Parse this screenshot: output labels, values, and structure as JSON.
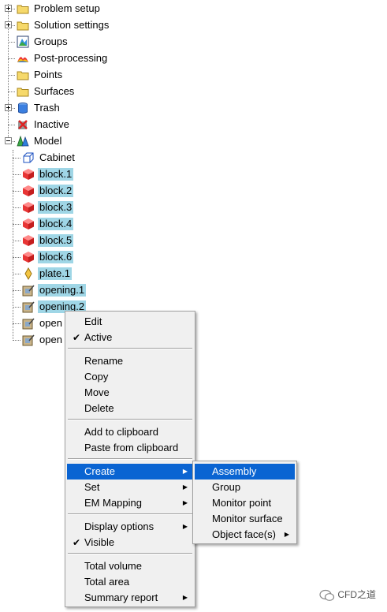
{
  "tree": {
    "items": [
      {
        "label": "Problem setup",
        "icon": "folder-icon",
        "selected": false
      },
      {
        "label": "Solution settings",
        "icon": "folder-icon",
        "selected": false
      },
      {
        "label": "Groups",
        "icon": "groups-icon",
        "selected": false
      },
      {
        "label": "Post-processing",
        "icon": "post-processing-icon",
        "selected": false
      },
      {
        "label": "Points",
        "icon": "folder-icon",
        "selected": false
      },
      {
        "label": "Surfaces",
        "icon": "folder-icon",
        "selected": false
      },
      {
        "label": "Trash",
        "icon": "trash-icon",
        "selected": false
      },
      {
        "label": "Inactive",
        "icon": "inactive-icon",
        "selected": false
      },
      {
        "label": "Model",
        "icon": "model-icon",
        "selected": false
      }
    ],
    "model_children": [
      {
        "label": "Cabinet",
        "icon": "cabinet-icon",
        "selected": false
      },
      {
        "label": "block.1",
        "icon": "block-icon",
        "selected": true
      },
      {
        "label": "block.2",
        "icon": "block-icon",
        "selected": true
      },
      {
        "label": "block.3",
        "icon": "block-icon",
        "selected": true
      },
      {
        "label": "block.4",
        "icon": "block-icon",
        "selected": true
      },
      {
        "label": "block.5",
        "icon": "block-icon",
        "selected": true
      },
      {
        "label": "block.6",
        "icon": "block-icon",
        "selected": true
      },
      {
        "label": "plate.1",
        "icon": "plate-icon",
        "selected": true
      },
      {
        "label": "opening.1",
        "icon": "opening-icon",
        "selected": true
      },
      {
        "label": "opening.2",
        "icon": "opening-icon",
        "selected": true
      },
      {
        "label": "open",
        "icon": "opening-icon",
        "selected": false
      },
      {
        "label": "open",
        "icon": "opening-icon",
        "selected": false
      }
    ]
  },
  "context_menu": {
    "items": [
      {
        "label": "Edit"
      },
      {
        "label": "Active",
        "checked": true
      },
      {
        "label": "Rename"
      },
      {
        "label": "Copy"
      },
      {
        "label": "Move"
      },
      {
        "label": "Delete"
      },
      {
        "label": "Add to clipboard"
      },
      {
        "label": "Paste from clipboard"
      },
      {
        "label": "Create",
        "submenu": true,
        "highlighted": true
      },
      {
        "label": "Set",
        "submenu": true
      },
      {
        "label": "EM Mapping",
        "submenu": true
      },
      {
        "label": "Display options",
        "submenu": true
      },
      {
        "label": "Visible",
        "checked": true
      },
      {
        "label": "Total volume"
      },
      {
        "label": "Total area"
      },
      {
        "label": "Summary report",
        "submenu": true
      }
    ]
  },
  "create_submenu": {
    "items": [
      {
        "label": "Assembly",
        "highlighted": true
      },
      {
        "label": "Group"
      },
      {
        "label": "Monitor point"
      },
      {
        "label": "Monitor surface"
      },
      {
        "label": "Object face(s)",
        "submenu": true
      }
    ]
  },
  "glyphs": {
    "check": "✔",
    "arrow": "▶"
  },
  "watermark": {
    "text": "CFD之道"
  },
  "colors": {
    "selection": "#9fd6e6",
    "menu_highlight": "#0a64d2",
    "menu_bg": "#f0f0f0"
  }
}
